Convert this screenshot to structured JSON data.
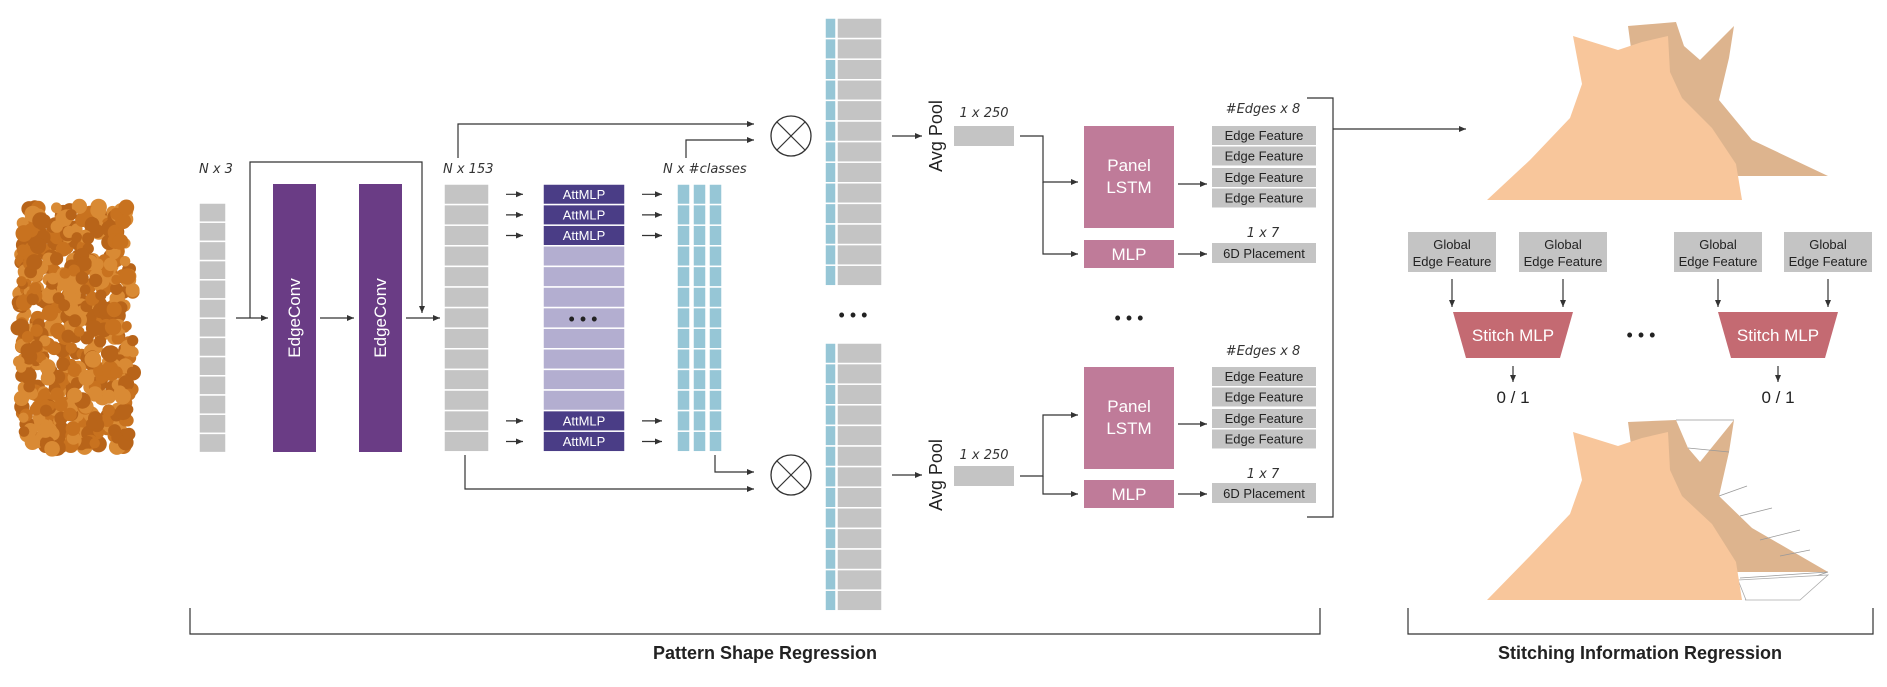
{
  "labels": {
    "n_x_3": "N x 3",
    "n_x_153": "N x 153",
    "n_x_classes": "N x #classes",
    "edgeconv": "EdgeConv",
    "attmlp": "AttMLP",
    "dots": "• • •",
    "avg_pool": "Avg Pool",
    "one_x_250": "1 x 250",
    "edges_x_8": "#Edges x 8",
    "panel": "Panel",
    "lstm": "LSTM",
    "mlp": "MLP",
    "edge_feature": "Edge Feature",
    "one_x_7": "1 x 7",
    "placement": "6D Placement",
    "global": "Global",
    "edge_feature_2": "Edge Feature",
    "stitch_mlp": "Stitch MLP",
    "zero_one": "0 / 1",
    "pattern_shape_regression": "Pattern Shape Regression",
    "stitching_information_regression": "Stitching Information Regression"
  },
  "colors": {
    "grey_block": "#c4c4c4",
    "edgeconv_purple": "#6a3c85",
    "attmlp_navy": "#4a3d86",
    "attmlp_lavender": "#b3aed0",
    "class_cyan": "#96c6d6",
    "panel_pink": "#bf7b99",
    "stitch_red": "#c46a72",
    "garment_skin": "#f8c69b",
    "garment_back": "#ddb48e",
    "pointcloud_orange": "#c8721f"
  },
  "icons": [
    "point-cloud-image",
    "multiply-circle-icon",
    "garment-image"
  ]
}
